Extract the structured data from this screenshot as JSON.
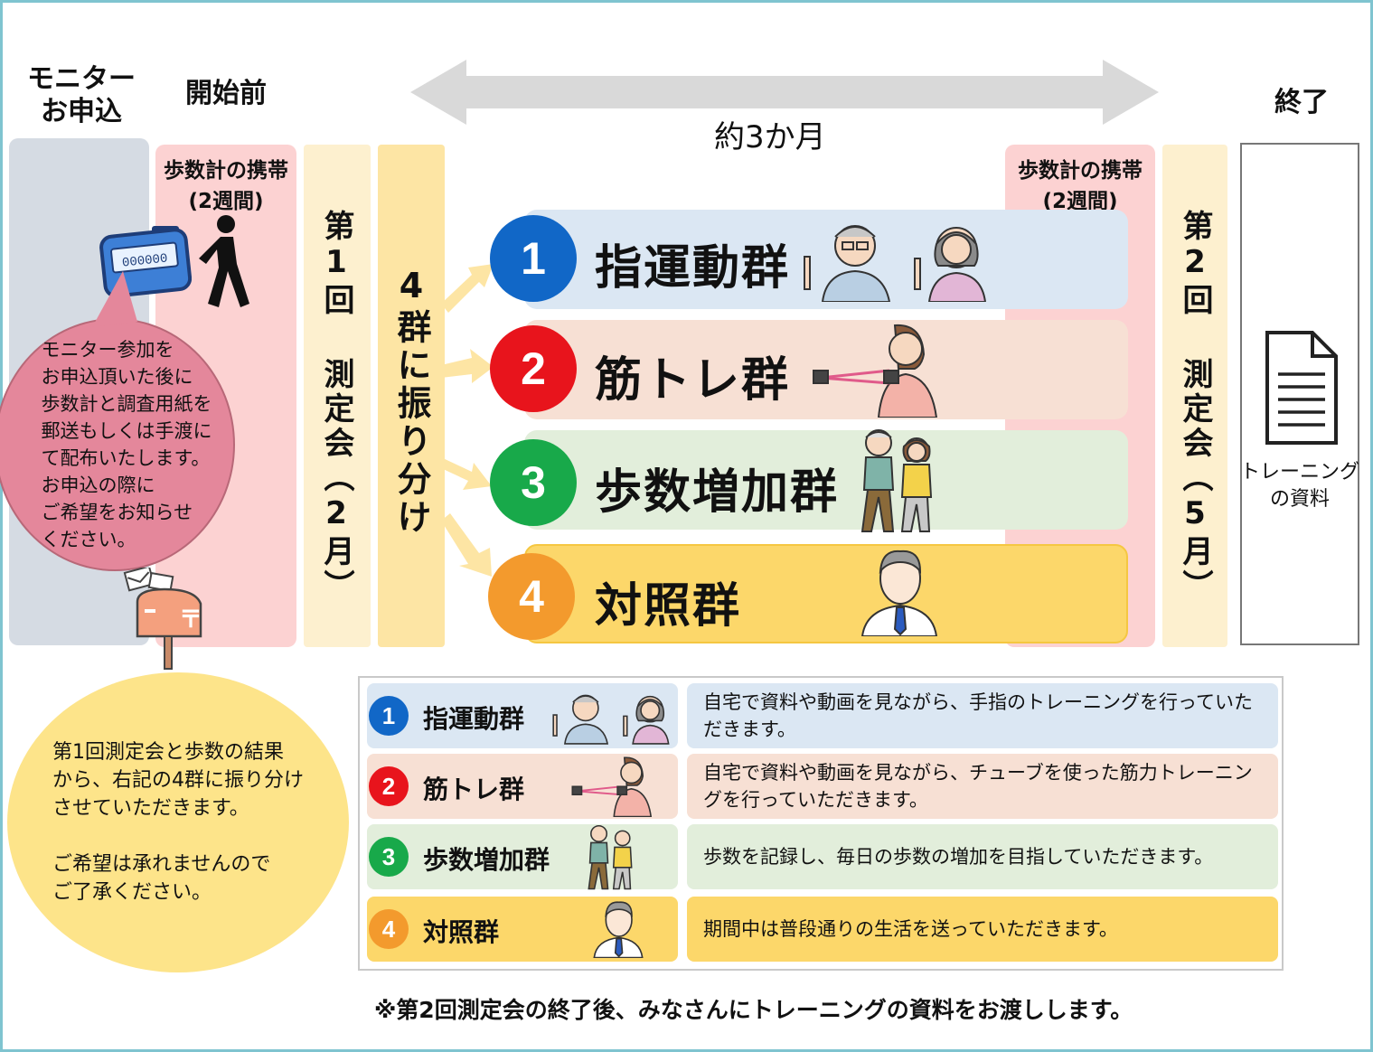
{
  "headers": {
    "monitor": [
      "モニター",
      "お申込"
    ],
    "before": "開始前",
    "period": "約3か月",
    "end": "終了"
  },
  "pedometer_label": {
    "left": [
      "歩数計の携帯",
      "(2週間)"
    ],
    "right": [
      "歩数計の携帯",
      "(2週間)"
    ]
  },
  "measure1": "第1回 測定会（2月）",
  "assign": "4群に振り分け",
  "measure2": "第2回 測定会（5月）",
  "end_material": [
    "トレーニング",
    "の資料"
  ],
  "monitor_bubble": [
    "モニター参加を",
    "お申込頂いた後に",
    "歩数計と調査用紙を",
    "郵送もしくは手渡に",
    "て配布いたします。",
    " お申込の際に",
    " ご希望をお知らせ",
    "ください。"
  ],
  "assign_bubble": [
    "第1回測定会と歩数の結果",
    "から、右記の4群に振り分け",
    "させていただきます。",
    "",
    "ご希望は承れませんので",
    "ご了承ください。"
  ],
  "pedometer_display": "000000",
  "groups": [
    {
      "num": "1",
      "name": "指運動群",
      "color": "#1167c7",
      "bar": "#dbe7f3",
      "desc": "自宅で資料や動画を見ながら、手指のトレーニングを行っていただきます。"
    },
    {
      "num": "2",
      "name": "筋トレ群",
      "color": "#e8141c",
      "bar": "#f7e0d4",
      "desc": "自宅で資料や動画を見ながら、チューブを使った筋力トレーニングを行っていただきます。"
    },
    {
      "num": "3",
      "name": "歩数増加群",
      "color": "#18a94a",
      "bar": "#e2eedb",
      "desc": "歩数を記録し、毎日の歩数の増加を目指していただきます。"
    },
    {
      "num": "4",
      "name": "対照群",
      "color": "#f39a2d",
      "bar": "#fcd76a",
      "desc": "期間中は普段通りの生活を送っていただきます。"
    }
  ],
  "footer_note": "※第2回測定会の終了後、みなさんにトレーニングの資料をお渡しします。"
}
